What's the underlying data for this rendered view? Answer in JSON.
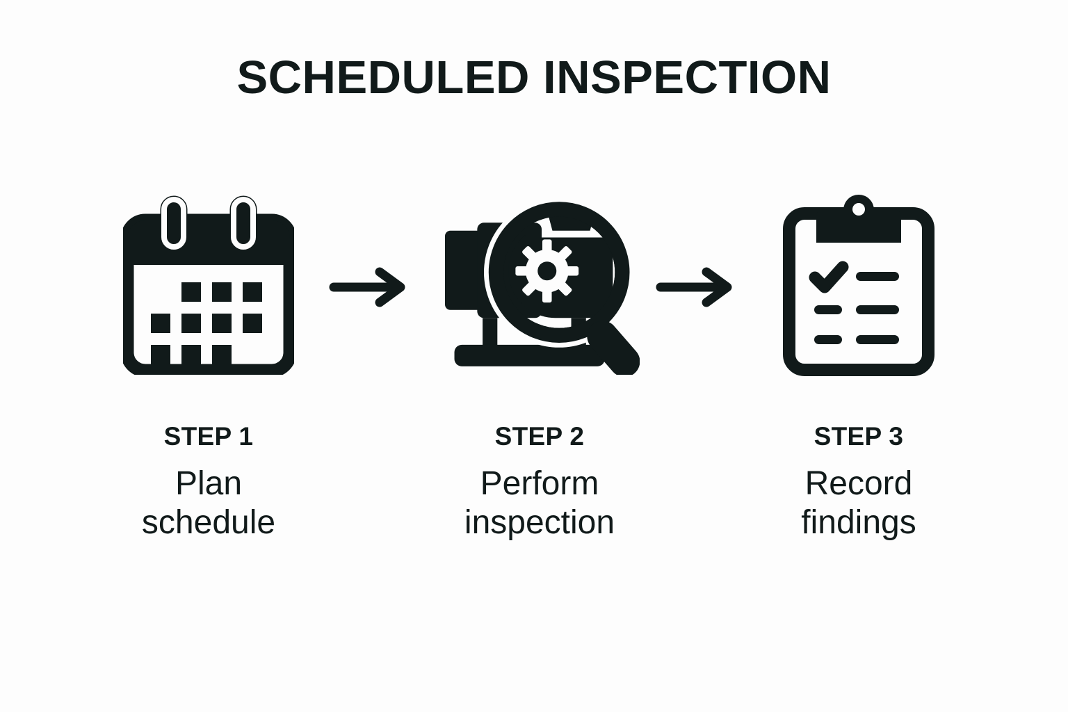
{
  "page": {
    "title": "SCHEDULED INSPECTION",
    "background_color": "#fdfdfd",
    "ink_color": "#111a1a"
  },
  "steps": [
    {
      "label": "STEP 1",
      "description": "Plan\nschedule",
      "icon": "calendar-icon"
    },
    {
      "label": "STEP 2",
      "description": "Perform\ninspection",
      "icon": "machine-inspection-magnifier-icon"
    },
    {
      "label": "STEP 3",
      "description": "Record\nfindings",
      "icon": "clipboard-checklist-icon"
    }
  ],
  "connectors": [
    {
      "icon": "arrow-right-icon"
    },
    {
      "icon": "arrow-right-icon"
    }
  ]
}
